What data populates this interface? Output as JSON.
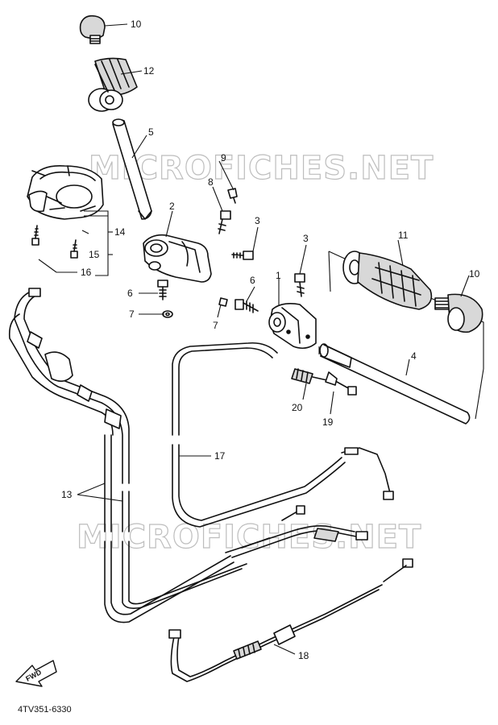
{
  "watermark": {
    "text": "MICROFICHES.NET"
  },
  "callouts": [
    {
      "id": "c10a",
      "label": "10"
    },
    {
      "id": "c12",
      "label": "12"
    },
    {
      "id": "c5",
      "label": "5"
    },
    {
      "id": "c9",
      "label": "9"
    },
    {
      "id": "c8",
      "label": "8"
    },
    {
      "id": "c2",
      "label": "2"
    },
    {
      "id": "c3a",
      "label": "3"
    },
    {
      "id": "c14",
      "label": "14"
    },
    {
      "id": "c15",
      "label": "15"
    },
    {
      "id": "c16",
      "label": "16"
    },
    {
      "id": "c6a",
      "label": "6"
    },
    {
      "id": "c7a",
      "label": "7"
    },
    {
      "id": "c3b",
      "label": "3"
    },
    {
      "id": "c11",
      "label": "11"
    },
    {
      "id": "c10b",
      "label": "10"
    },
    {
      "id": "c1",
      "label": "1"
    },
    {
      "id": "c6b",
      "label": "6"
    },
    {
      "id": "c7b",
      "label": "7"
    },
    {
      "id": "c4",
      "label": "4"
    },
    {
      "id": "c20",
      "label": "20"
    },
    {
      "id": "c19",
      "label": "19"
    },
    {
      "id": "c17",
      "label": "17"
    },
    {
      "id": "c13",
      "label": "13"
    },
    {
      "id": "c18",
      "label": "18"
    }
  ],
  "fwd_label": "FWD",
  "diagram_code": "4TV351-6330"
}
